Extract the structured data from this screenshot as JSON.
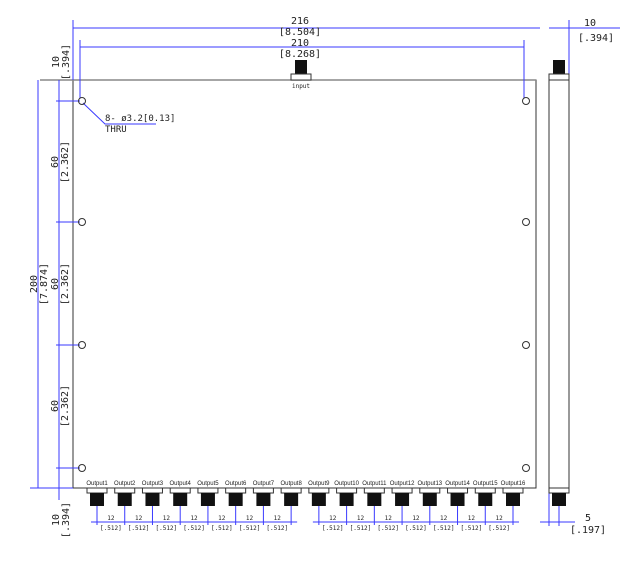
{
  "dimensions": {
    "overall_width": {
      "value": "216",
      "inch": "[8.504]"
    },
    "hole_spacing_width": {
      "value": "210",
      "inch": "[8.268]"
    },
    "top_margin": {
      "value": "10",
      "inch": "[.394]"
    },
    "bottom_margin": {
      "value": "10",
      "inch": "[.394]"
    },
    "overall_height": {
      "value": "200",
      "inch": "[7.874]"
    },
    "hole_pitch": [
      {
        "value": "60",
        "inch": "[2.362]"
      },
      {
        "value": "60",
        "inch": "[2.362]"
      },
      {
        "value": "60",
        "inch": "[2.362]"
      }
    ],
    "side_thickness": {
      "value": "10",
      "inch": "[.394]"
    },
    "side_connector_offset": {
      "value": "5",
      "inch": "[.197]"
    },
    "output_pitch": {
      "value": "12",
      "inch": "[.512]"
    }
  },
  "hole_note": {
    "line1": "8- ø3.2[0.13]",
    "line2": "THRU"
  },
  "input_label": "input",
  "outputs": [
    "Output1",
    "Output2",
    "Output3",
    "Output4",
    "Output5",
    "Output6",
    "Output7",
    "Output8",
    "Output9",
    "Output10",
    "Output11",
    "Output12",
    "Output13",
    "Output14",
    "Output15",
    "Output16"
  ],
  "colors": {
    "dimension": "#3a3aff",
    "outline": "#333333",
    "connector": "#111111"
  }
}
